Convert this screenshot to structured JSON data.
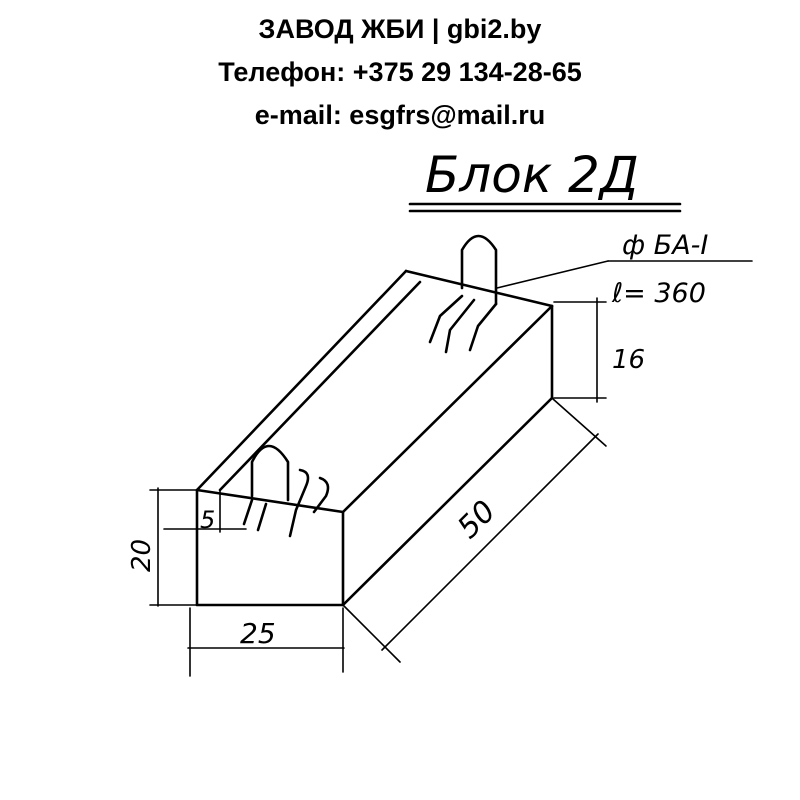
{
  "header": {
    "line1": "ЗАВОД ЖБИ | gbi2.by",
    "line2": "Телефон: +375 29 134-28-65",
    "line3": "e-mail: esgfrs@mail.ru"
  },
  "drawing": {
    "title": "Блок 2Д",
    "rebar_label": "ф БА-I",
    "rebar_length": "ℓ= 360",
    "dimensions": {
      "height_20": "20",
      "width_25": "25",
      "length_50": "50",
      "slope_16": "16",
      "offset_5": "5"
    }
  }
}
